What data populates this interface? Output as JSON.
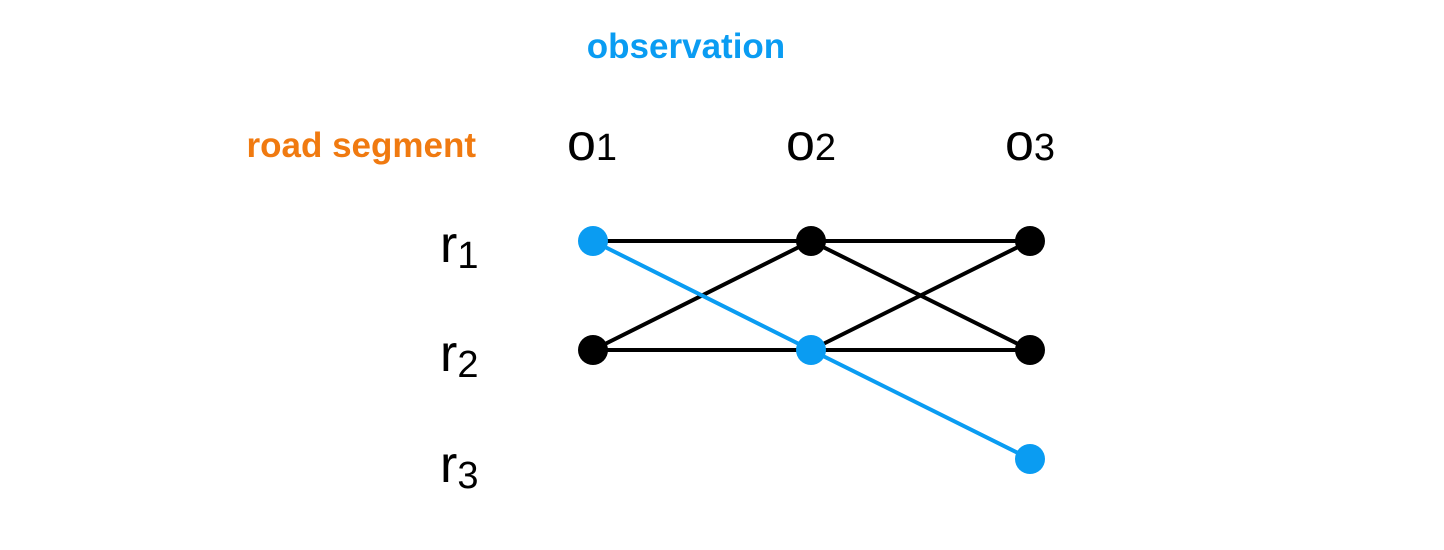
{
  "header": {
    "observation_label": "observation",
    "road_segment_label": "road segment"
  },
  "observations": [
    {
      "base": "o",
      "sub": "1"
    },
    {
      "base": "o",
      "sub": "2"
    },
    {
      "base": "o",
      "sub": "3"
    }
  ],
  "road_segments": [
    {
      "base": "r",
      "sub": "1"
    },
    {
      "base": "r",
      "sub": "2"
    },
    {
      "base": "r",
      "sub": "3"
    }
  ],
  "nodes": [
    {
      "obs": 0,
      "seg": 0,
      "highlight": true
    },
    {
      "obs": 0,
      "seg": 1,
      "highlight": false
    },
    {
      "obs": 1,
      "seg": 0,
      "highlight": false
    },
    {
      "obs": 1,
      "seg": 1,
      "highlight": true
    },
    {
      "obs": 2,
      "seg": 0,
      "highlight": false
    },
    {
      "obs": 2,
      "seg": 1,
      "highlight": false
    },
    {
      "obs": 2,
      "seg": 2,
      "highlight": true
    }
  ],
  "edges": [
    {
      "from": [
        0,
        0
      ],
      "to": [
        1,
        0
      ],
      "highlight": false
    },
    {
      "from": [
        0,
        1
      ],
      "to": [
        1,
        1
      ],
      "highlight": false
    },
    {
      "from": [
        0,
        1
      ],
      "to": [
        1,
        0
      ],
      "highlight": false
    },
    {
      "from": [
        1,
        0
      ],
      "to": [
        2,
        0
      ],
      "highlight": false
    },
    {
      "from": [
        1,
        1
      ],
      "to": [
        2,
        1
      ],
      "highlight": false
    },
    {
      "from": [
        1,
        0
      ],
      "to": [
        2,
        1
      ],
      "highlight": false
    },
    {
      "from": [
        1,
        1
      ],
      "to": [
        2,
        0
      ],
      "highlight": false
    },
    {
      "from": [
        0,
        0
      ],
      "to": [
        1,
        1
      ],
      "highlight": true
    },
    {
      "from": [
        1,
        1
      ],
      "to": [
        2,
        2
      ],
      "highlight": true
    }
  ],
  "colors": {
    "observation": "#0a9cf2",
    "road_segment": "#f07a10",
    "default": "#000000",
    "highlight": "#0a9cf2"
  }
}
